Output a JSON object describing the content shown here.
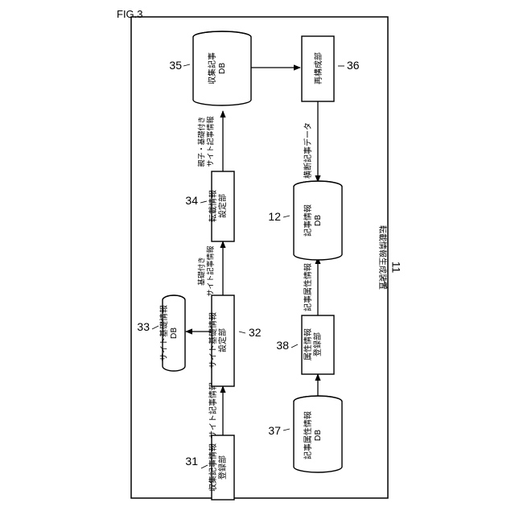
{
  "figure_label": "FIG.3",
  "device": {
    "label": "転載情報生成装置",
    "ref": "11"
  },
  "nodes": {
    "n31": {
      "text": "収集記事情報\n登録部",
      "ref": "31"
    },
    "n32": {
      "text": "サイト基礎情報\n設定部",
      "ref": "32"
    },
    "n33": {
      "text": "サイト基礎情報\nDB",
      "ref": "33"
    },
    "n34": {
      "text": "転載情報\n設定部",
      "ref": "34"
    },
    "n35": {
      "text": "収集記事\nDB",
      "ref": "35"
    },
    "n36": {
      "text": "再構成部",
      "ref": "36"
    },
    "n12": {
      "text": "記事情報\nDB",
      "ref": "12"
    },
    "n37": {
      "text": "記事属性情報\nDB",
      "ref": "37"
    },
    "n38": {
      "text": "属性情報\n登録部",
      "ref": "38"
    }
  },
  "edges": {
    "e31_32": {
      "label": "サイト記事情報"
    },
    "e32_34": {
      "label": "基礎付き\nサイト記事情報"
    },
    "e34_35": {
      "label": "親子・基礎付き\nサイト記事情報"
    },
    "e35_36": {
      "label": ""
    },
    "e36_12": {
      "label": "横断記事データ"
    },
    "e38_12": {
      "label": "記事属性情報"
    },
    "e37_38": {
      "label": ""
    }
  }
}
